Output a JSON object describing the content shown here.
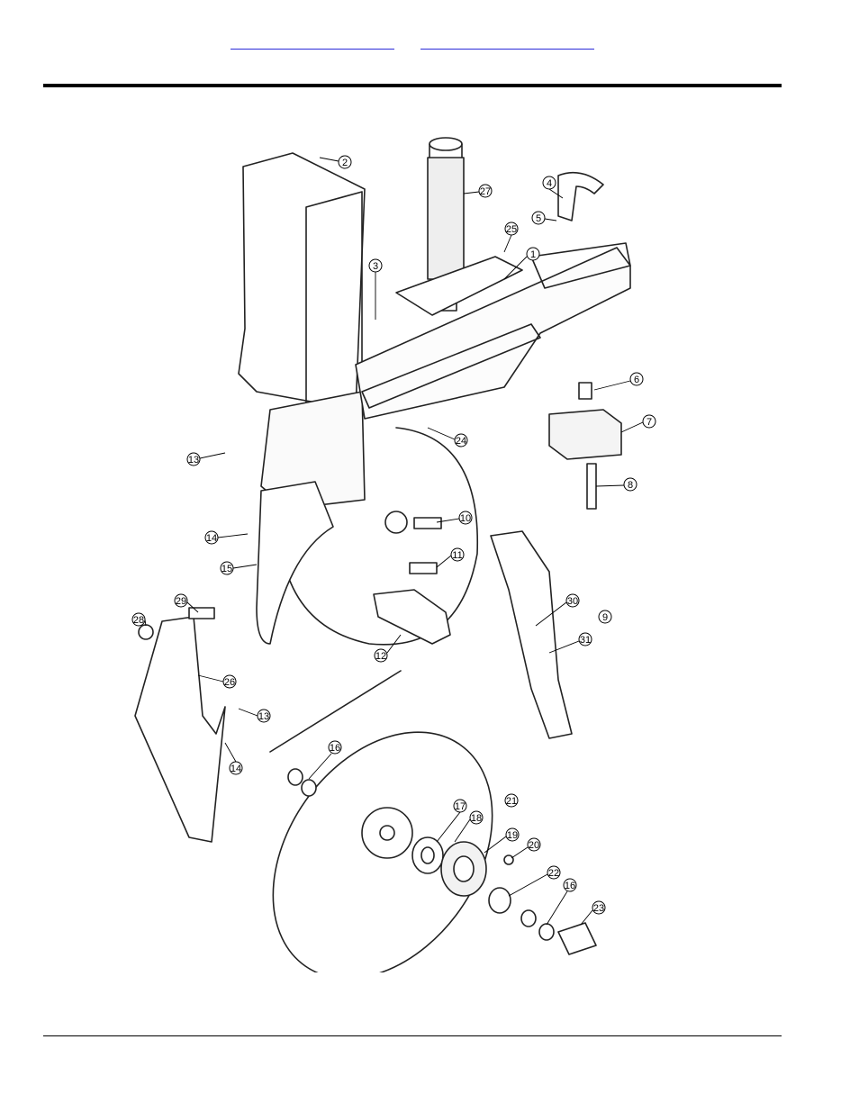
{
  "header": {
    "links": [
      {
        "id": "nav-link-1",
        "label": ""
      },
      {
        "id": "nav-link-2",
        "label": ""
      }
    ]
  },
  "diagram": {
    "callouts": [
      "1",
      "2",
      "3",
      "4",
      "5",
      "6",
      "7",
      "8",
      "9",
      "10",
      "11",
      "12",
      "13",
      "13",
      "14",
      "14",
      "15",
      "16",
      "16",
      "17",
      "18",
      "19",
      "20",
      "21",
      "22",
      "23",
      "24",
      "25",
      "26",
      "27",
      "28",
      "29",
      "30",
      "31"
    ]
  },
  "colors": {
    "link": "#2a2ad8",
    "line": "#000000",
    "drawing": "#222222"
  }
}
